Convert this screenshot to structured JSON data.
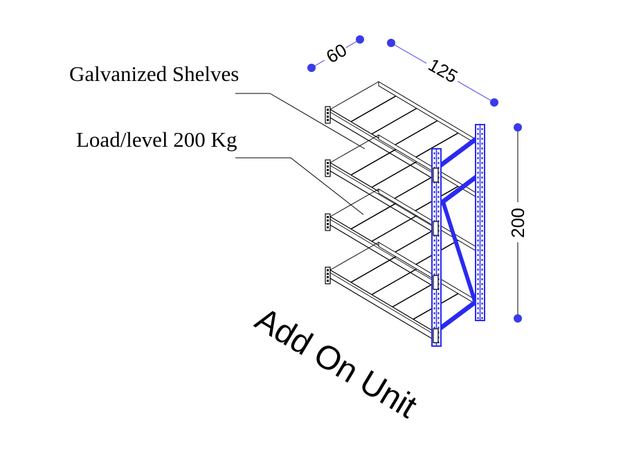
{
  "labels": {
    "shelves": "Galvanized Shelves",
    "load": "Load/level 200 Kg",
    "title": "Add On Unit"
  },
  "dimensions": {
    "depth": "60",
    "width": "125",
    "height": "200"
  },
  "shelf_levels": 4,
  "colors": {
    "frame": "#2a2af0",
    "dimension": "#3a3ae8",
    "line": "#000000"
  }
}
